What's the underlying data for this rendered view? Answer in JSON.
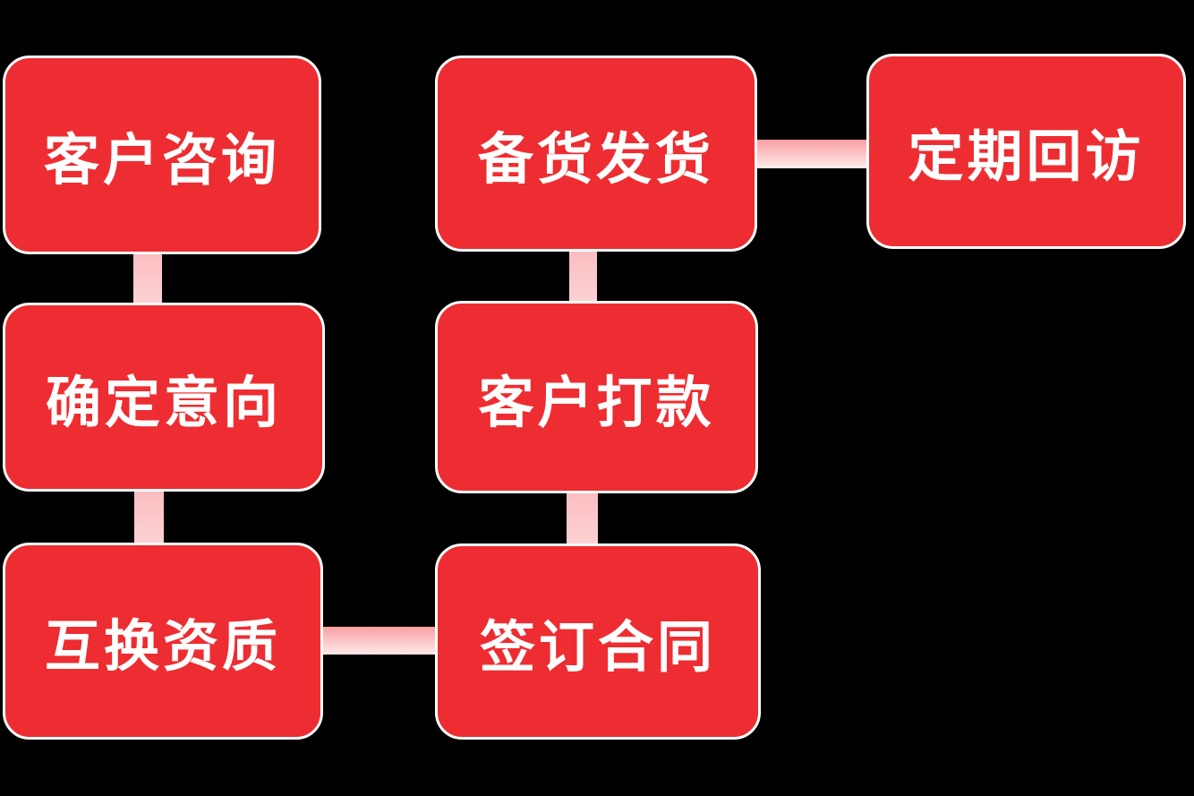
{
  "style": {
    "canvas_background": "#000000",
    "node_fill": "#ed2d31",
    "node_border": "#ffffff",
    "node_text_color": "#ffffff",
    "connector_v_top": "#fbbdc1",
    "connector_v_bottom": "#fdd2d4",
    "connector_h_top": "#f99fa2",
    "connector_h_bottom": "#feebeb"
  },
  "diagram": {
    "type": "flowchart",
    "nodes": [
      {
        "id": "customer-inquiry",
        "label": "客户咨询"
      },
      {
        "id": "confirm-intent",
        "label": "确定意向"
      },
      {
        "id": "exchange-qualifications",
        "label": "互换资质"
      },
      {
        "id": "sign-contract",
        "label": "签订合同"
      },
      {
        "id": "customer-payment",
        "label": "客户打款"
      },
      {
        "id": "stock-and-ship",
        "label": "备货发货"
      },
      {
        "id": "regular-follow-up",
        "label": "定期回访"
      }
    ],
    "edges": [
      {
        "from": "customer-inquiry",
        "to": "confirm-intent",
        "direction": "vertical"
      },
      {
        "from": "confirm-intent",
        "to": "exchange-qualifications",
        "direction": "vertical"
      },
      {
        "from": "exchange-qualifications",
        "to": "sign-contract",
        "direction": "horizontal"
      },
      {
        "from": "sign-contract",
        "to": "customer-payment",
        "direction": "vertical"
      },
      {
        "from": "customer-payment",
        "to": "stock-and-ship",
        "direction": "vertical"
      },
      {
        "from": "stock-and-ship",
        "to": "regular-follow-up",
        "direction": "horizontal"
      }
    ]
  }
}
